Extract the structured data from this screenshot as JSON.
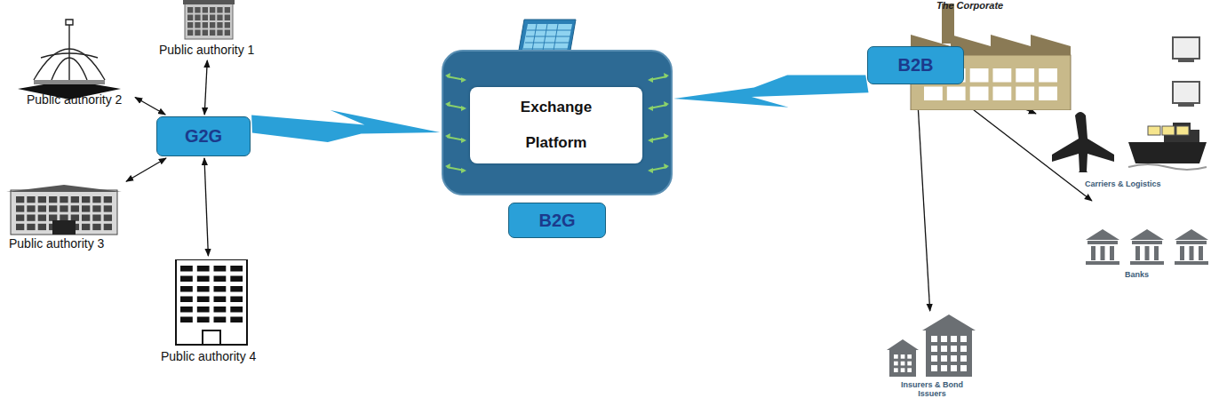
{
  "diagram": {
    "nodes": [
      {
        "text": [
          "Public authority 1"
        ]
      },
      {
        "text": [
          "Public authority 2"
        ]
      },
      {
        "text": [
          "G2G"
        ]
      },
      {
        "text": [
          "Public authority 3"
        ]
      },
      {
        "text": [
          "Public authority 4"
        ]
      },
      {
        "text": [
          "Exchange Platform"
        ]
      },
      {
        "text": [
          "B2G"
        ]
      },
      {
        "text": [
          "The Corporate"
        ]
      },
      {
        "text": [
          "B2B"
        ]
      },
      {
        "text": [
          "Carriers & Logistics"
        ]
      },
      {
        "text": [
          "Banks"
        ]
      },
      {
        "text": [
          "Insurers & Bond Issuers"
        ]
      }
    ],
    "edges": [
      {
        "from": 2,
        "to": 0,
        "arrow": "both"
      },
      {
        "from": 2,
        "to": 1,
        "arrow": "both"
      },
      {
        "from": 2,
        "to": 3,
        "arrow": "both"
      },
      {
        "from": 2,
        "to": 4,
        "arrow": "both"
      },
      {
        "from": 2,
        "to": 5,
        "arrow": "none"
      },
      {
        "from": 5,
        "to": 8,
        "arrow": "none"
      },
      {
        "from": 8,
        "to": 7,
        "arrow": "both"
      },
      {
        "from": 8,
        "to": 9,
        "arrow": "both"
      },
      {
        "from": 8,
        "to": 10,
        "arrow": "both"
      },
      {
        "from": 8,
        "to": 11,
        "arrow": "both"
      }
    ]
  }
}
